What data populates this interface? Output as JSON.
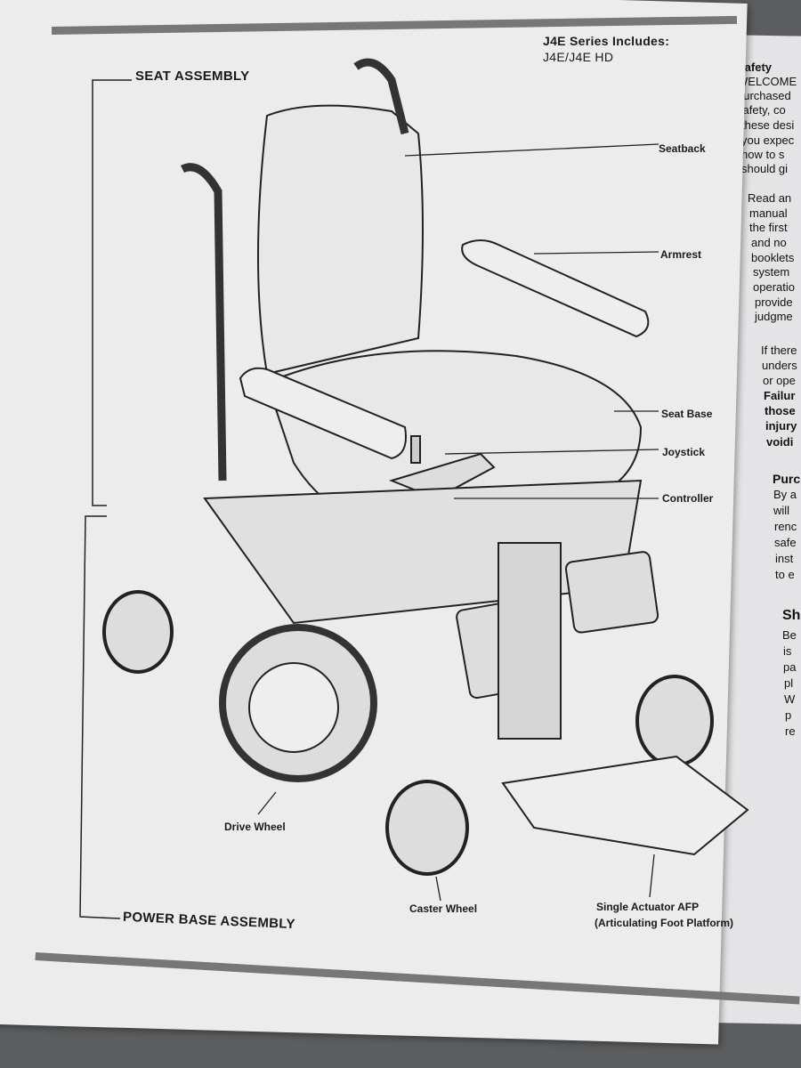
{
  "header": {
    "series_title": "J4E Series Includes:",
    "models": "J4E/J4E HD"
  },
  "sections": {
    "seat": "SEAT ASSEMBLY",
    "power_base": "POWER BASE ASSEMBLY"
  },
  "callouts": {
    "seatback": "Seatback",
    "armrest": "Armrest",
    "seat_base": "Seat Base",
    "joystick": "Joystick",
    "controller": "Controller",
    "drive_wheel": "Drive Wheel",
    "caster_wheel": "Caster Wheel",
    "afp_line1": "Single Actuator AFP",
    "afp_line2": "(Articulating Foot Platform)"
  },
  "right_page": {
    "lines1": [
      {
        "text": "Safety",
        "bold": true
      },
      {
        "text": "WELCOME"
      },
      {
        "text": "purchased"
      },
      {
        "text": "safety, co",
        "bold_part": "safety"
      },
      {
        "text": "these desi"
      },
      {
        "text": "you expec"
      },
      {
        "text": "how to s"
      },
      {
        "text": "should gi"
      }
    ],
    "lines2": [
      "Read an",
      "manual",
      "the first",
      "and no",
      "booklets",
      "system",
      "operatio",
      "provide",
      "judgme"
    ],
    "lines3": [
      "If there",
      "unders",
      "or ope",
      "Failur",
      "those",
      "injury",
      "voidi"
    ],
    "lines4": [
      "Purc",
      "By a",
      "will",
      "renc",
      "safe",
      "inst",
      "to e"
    ],
    "lines5": [
      "Sh",
      "Be",
      "is",
      "pa",
      "pl",
      "W",
      "p",
      "re"
    ]
  }
}
